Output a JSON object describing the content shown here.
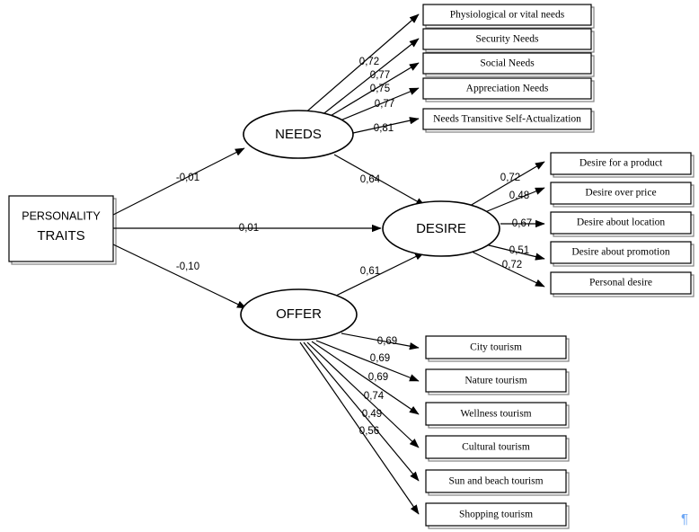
{
  "diagram": {
    "type": "structural-equation-model",
    "exogenous": {
      "name": "personality-traits",
      "line1": "PERSONALITY",
      "line2": "TRAITS"
    },
    "latents": [
      {
        "id": "needs",
        "label": "NEEDS"
      },
      {
        "id": "desire",
        "label": "DESIRE"
      },
      {
        "id": "offer",
        "label": "OFFER"
      }
    ],
    "structural_paths": [
      {
        "from": "PERSONALITY TRAITS",
        "to": "NEEDS",
        "coefficient": "-0,01"
      },
      {
        "from": "PERSONALITY TRAITS",
        "to": "DESIRE",
        "coefficient": "0,01"
      },
      {
        "from": "PERSONALITY TRAITS",
        "to": "OFFER",
        "coefficient": "-0,10"
      },
      {
        "from": "NEEDS",
        "to": "DESIRE",
        "coefficient": "0,64"
      },
      {
        "from": "OFFER",
        "to": "DESIRE",
        "coefficient": "0,61"
      }
    ],
    "needs_indicators": [
      {
        "label": "Physiological or vital needs",
        "loading": "0,72"
      },
      {
        "label": "Security Needs",
        "loading": "0,77"
      },
      {
        "label": "Social Needs",
        "loading": "0,75"
      },
      {
        "label": "Appreciation Needs",
        "loading": "0,77"
      },
      {
        "label": "Needs Transitive Self-Actualization",
        "loading": "0,81"
      }
    ],
    "desire_indicators": [
      {
        "label": "Desire for a product",
        "loading": "0,72"
      },
      {
        "label": "Desire over price",
        "loading": "0,48"
      },
      {
        "label": "Desire about location",
        "loading": "0,67"
      },
      {
        "label": "Desire about promotion",
        "loading": "0,51"
      },
      {
        "label": "Personal desire",
        "loading": "0,72"
      }
    ],
    "offer_indicators": [
      {
        "label": "City tourism",
        "loading": "0,69"
      },
      {
        "label": "Nature tourism",
        "loading": "0,69"
      },
      {
        "label": "Wellness tourism",
        "loading": "0,69"
      },
      {
        "label": "Cultural tourism",
        "loading": "0,74"
      },
      {
        "label": "Sun and beach tourism",
        "loading": "0,49"
      },
      {
        "label": "Shopping tourism",
        "loading": "0,56"
      }
    ],
    "artifact": {
      "name": "pilcrow-mark",
      "glyph": "¶",
      "color": "#6fa8f5"
    }
  }
}
